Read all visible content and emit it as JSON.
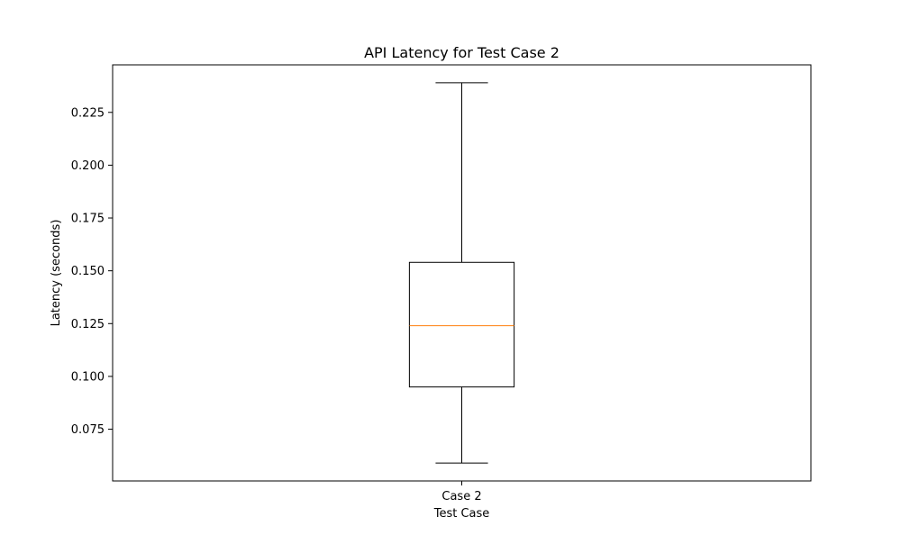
{
  "chart_data": {
    "type": "box",
    "title": "API Latency for Test Case 2",
    "xlabel": "Test Case",
    "ylabel": "Latency (seconds)",
    "categories": [
      "Case 2"
    ],
    "boxes": [
      {
        "category": "Case 2",
        "whisker_low": 0.059,
        "q1": 0.095,
        "median": 0.124,
        "q3": 0.154,
        "whisker_high": 0.239
      }
    ],
    "ylim": [
      0.0505,
      0.2475
    ],
    "yticks": [
      0.075,
      0.1,
      0.125,
      0.15,
      0.175,
      0.2,
      0.225
    ],
    "ytick_labels": [
      "0.075",
      "0.100",
      "0.125",
      "0.150",
      "0.175",
      "0.200",
      "0.225"
    ],
    "grid": false,
    "colors": {
      "box": "#000000",
      "median": "#ff7f0e"
    }
  }
}
